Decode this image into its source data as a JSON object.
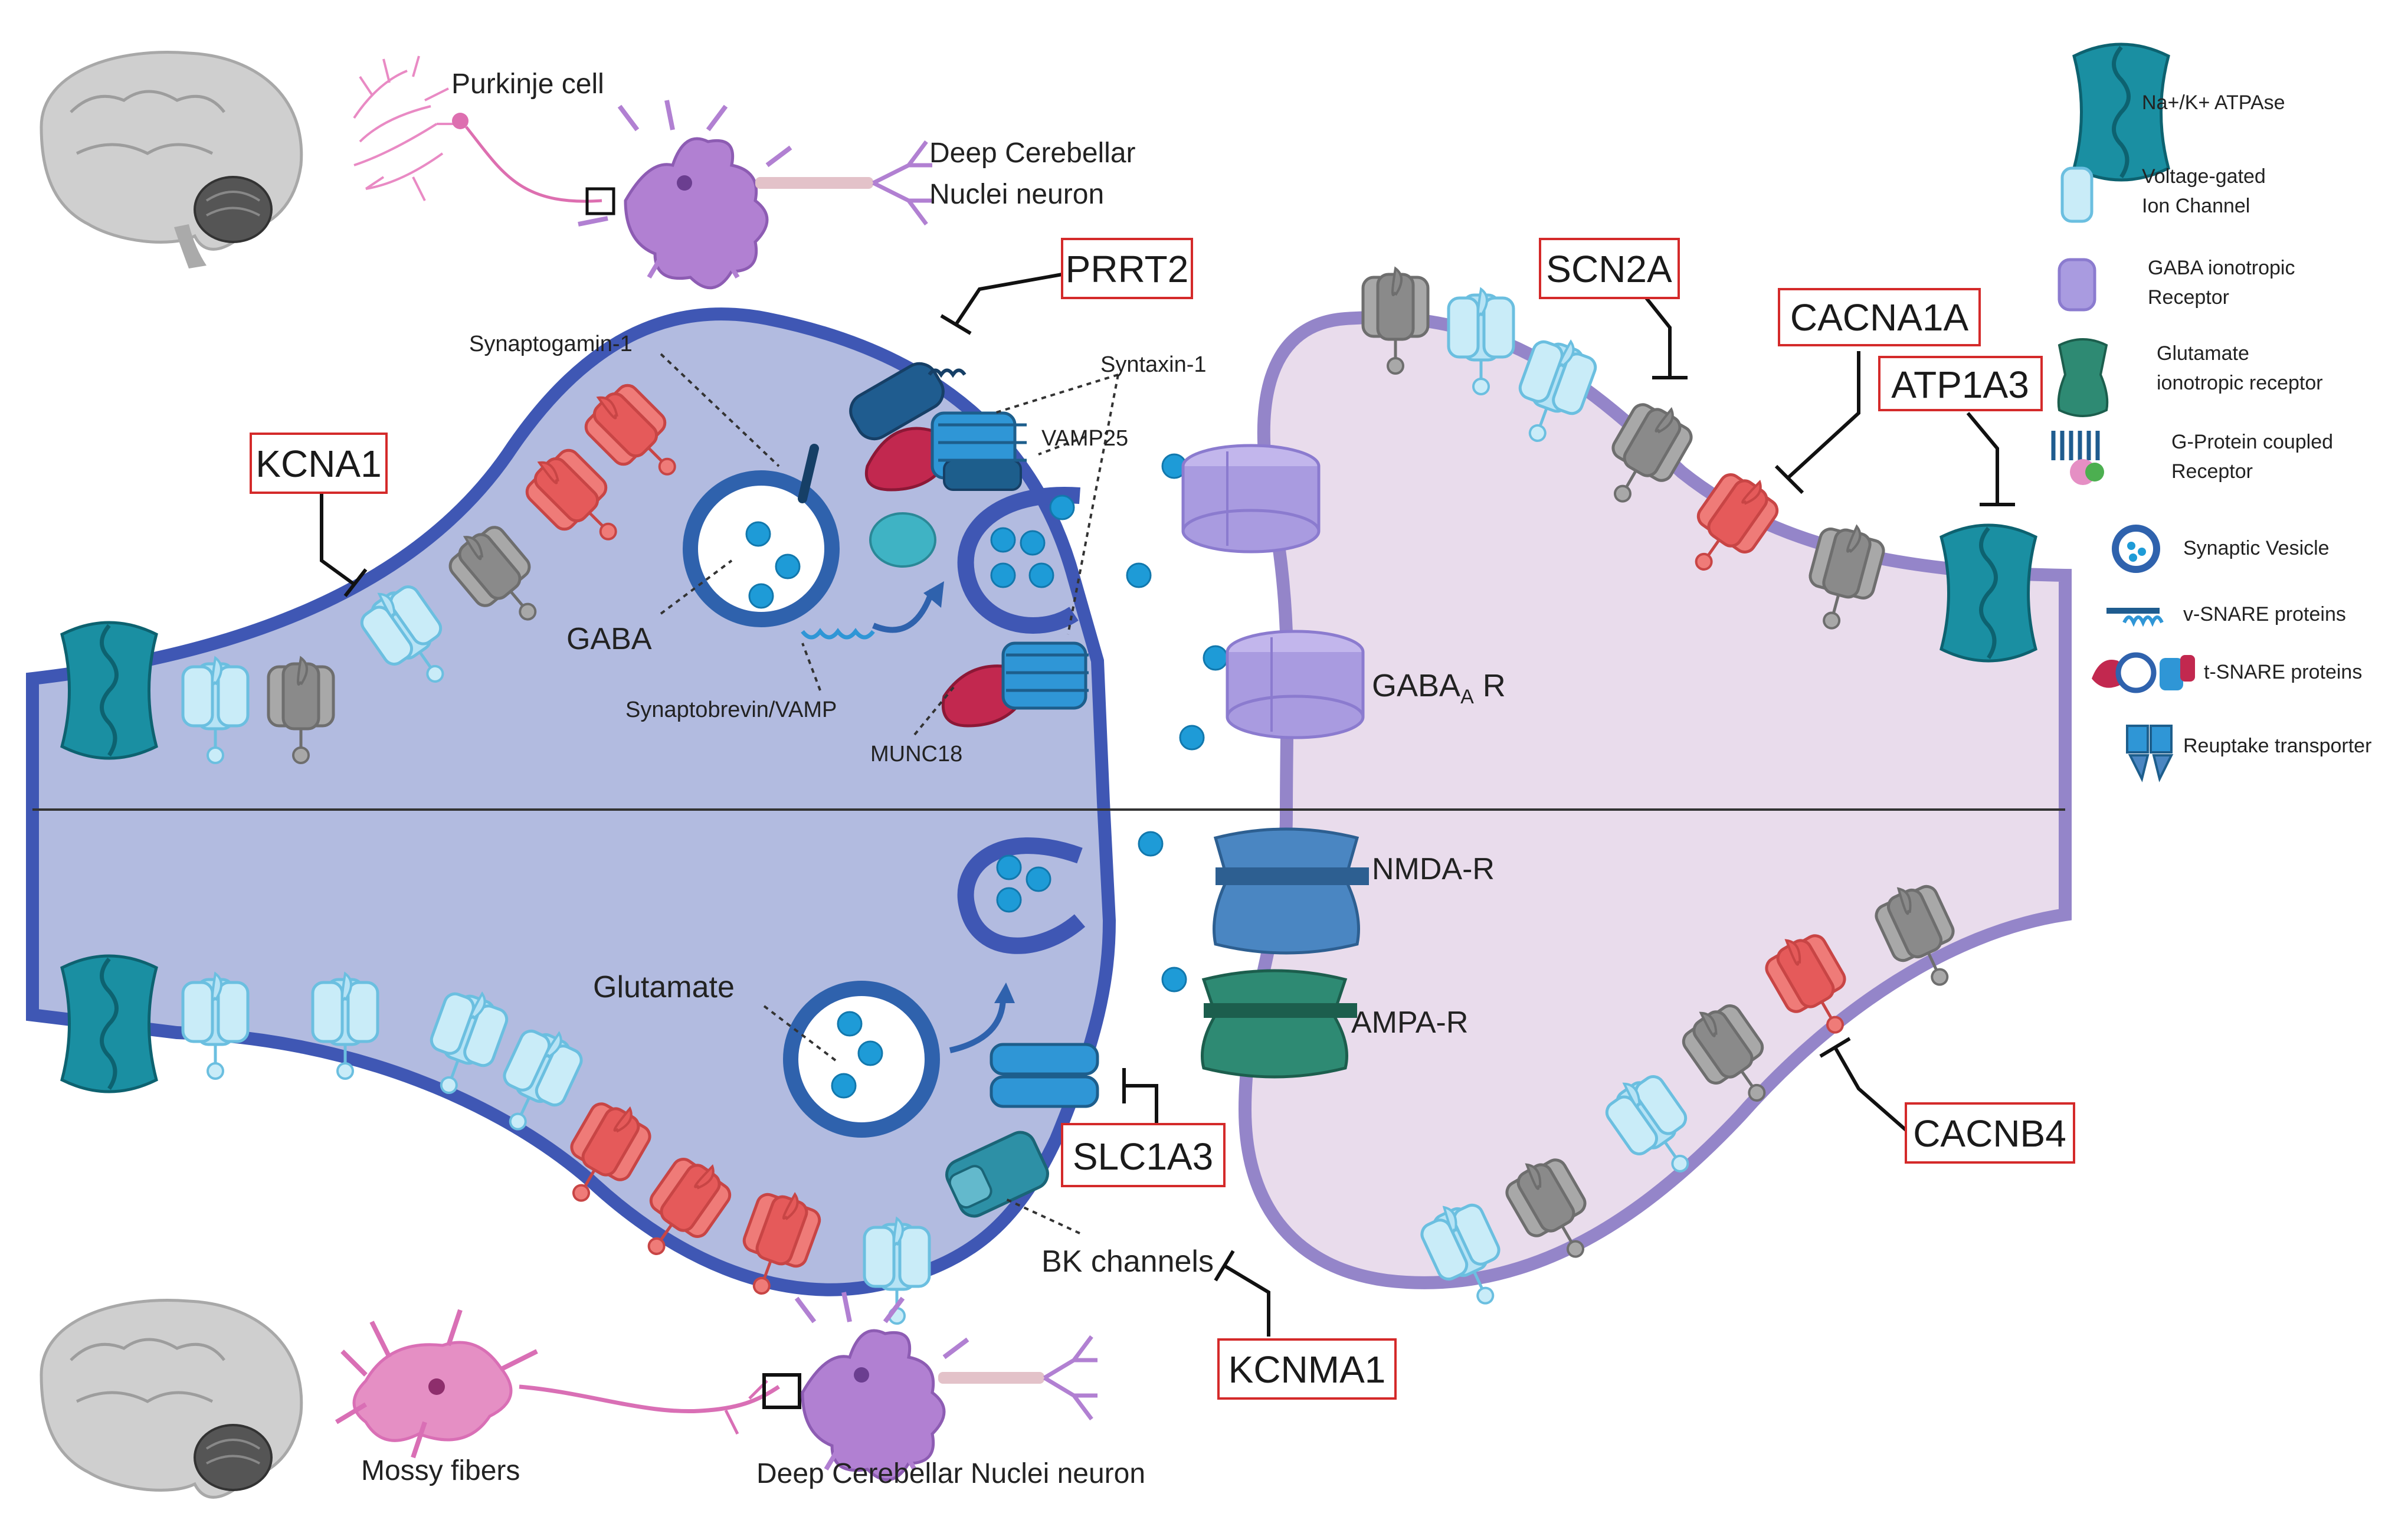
{
  "top_panel": {
    "purkinje_label": "Purkinje cell",
    "dcn_label_line1": "Deep Cerebellar",
    "dcn_label_line2": "Nuclei neuron"
  },
  "bottom_panel": {
    "mossy_label": "Mossy fibers",
    "dcn_label": "Deep Cerebellar Nuclei neuron"
  },
  "labels": {
    "synaptogamin": "Synaptogamin-1",
    "syntaxin": "Syntaxin-1",
    "vamp25": "VAMP25",
    "gaba": "GABA",
    "synaptobrevin": "Synaptobrevin/VAMP",
    "munc18": "MUNC18",
    "gaba_a_main": "GABA",
    "gaba_a_sub": "A",
    "gaba_a_tail": " R",
    "nmda": "NMDA-R",
    "ampa": "AMPA-R",
    "glutamate": "Glutamate",
    "bk": "BK channels"
  },
  "genes": {
    "prrt2": "PRRT2",
    "kcna1": "KCNA1",
    "scn2a": "SCN2A",
    "cacna1a": "CACNA1A",
    "atp1a3": "ATP1A3",
    "slc1a3": "SLC1A3",
    "cacnb4": "CACNB4",
    "kcnma1": "KCNMA1"
  },
  "legend": {
    "nak": "Na+/K+ ATPAse",
    "vg1": "Voltage-gated",
    "vg2": "Ion Channel",
    "gaba1": "GABA ionotropic",
    "gaba2": "Receptor",
    "glu1": "Glutamate",
    "glu2": "ionotropic receptor",
    "gpcr1": "G-Protein coupled",
    "gpcr2": "Receptor",
    "vesicle": "Synaptic Vesicle",
    "vsnare": "v-SNARE proteins",
    "tsnare": "t-SNARE proteins",
    "reuptake": "Reuptake transporter"
  },
  "colors": {
    "presynaptic_fill": "#b2bbe0",
    "presynaptic_membrane": "#3f57b4",
    "postsynaptic_fill": "#e9dcec",
    "postsynaptic_membrane": "#9485c9",
    "gene_box": "#d42a2a",
    "vg_channel": "#b6e3f5",
    "ca_channel": "#e55a5a",
    "k_channel": "#8a8a8a",
    "nak_atpase": "#137a8c",
    "gaba_receptor": "#a99be0",
    "glu_receptor": "#2e8a73",
    "nmda_receptor": "#4a86c2",
    "transporter": "#2f96d6",
    "vesicle": "#2f62ad",
    "neurotransmitter": "#1e9bd7",
    "purkinje": "#dd6fb0",
    "dcn_neuron": "#b180d2",
    "mossy": "#d96fb5"
  }
}
